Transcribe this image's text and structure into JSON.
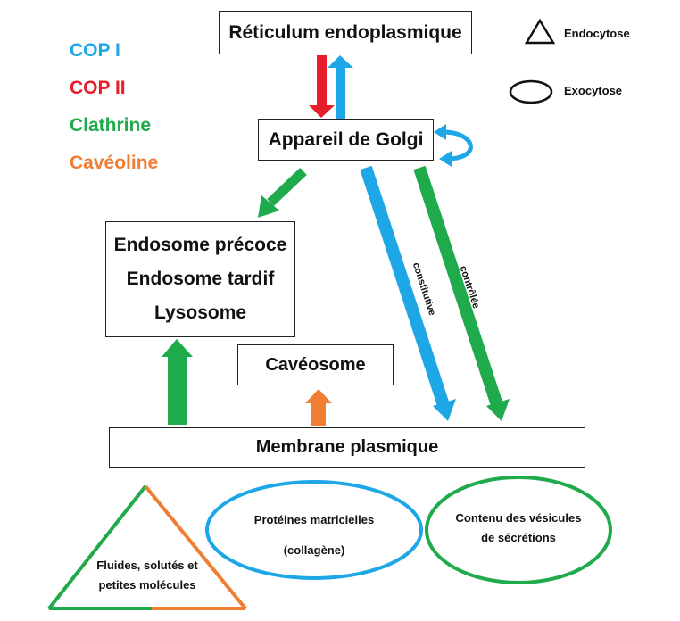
{
  "nodes": {
    "er": "Réticulum endoplasmique",
    "golgi": "Appareil de Golgi",
    "endo1": "Endosome précoce",
    "endo2": "Endosome tardif",
    "lysosome": "Lysosome",
    "caveosome": "Cavéosome",
    "membrane": "Membrane plasmique"
  },
  "legend": {
    "cop1": "COP I",
    "cop2": "COP II",
    "clathrine": "Clathrine",
    "caveoline": "Cavéoline"
  },
  "key": {
    "endocytose": "Endocytose",
    "exocytose": "Exocytose"
  },
  "arrows": {
    "constitutive": "constitutive",
    "controlee": "contrôlée"
  },
  "cargo": {
    "triangle_line1": "Fluides, solutés et",
    "triangle_line2": "petites molécules",
    "ellipse1_line1": "Protéines matricielles",
    "ellipse1_line2": "(collagène)",
    "ellipse2_line1": "Contenu des vésicules",
    "ellipse2_line2": "de sécrétions"
  },
  "colors": {
    "cop1": "#1ea7e6",
    "cop2": "#e81c2a",
    "clathrine": "#1faa4b",
    "caveoline": "#ef7d32"
  }
}
